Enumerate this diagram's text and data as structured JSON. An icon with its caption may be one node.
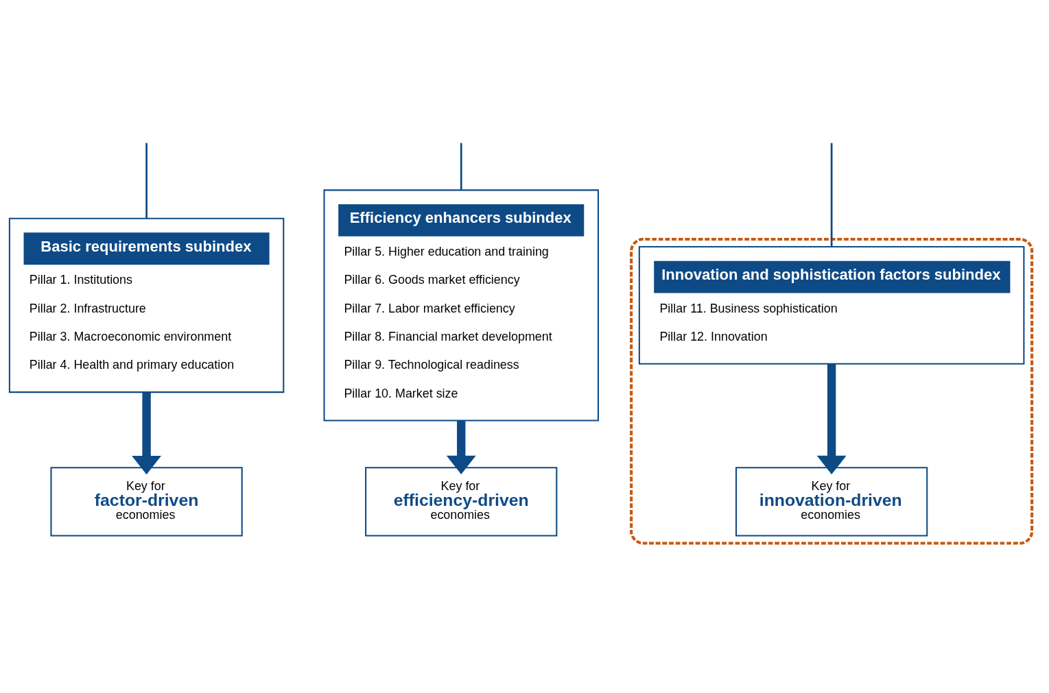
{
  "diagram": {
    "nodes": [
      {
        "text": [
          "Basic requirements subindex",
          "Pillar 1. Institutions",
          "Pillar 2. Infrastructure",
          "Pillar 3. Macroeconomic environment",
          "Pillar 4. Health and primary education"
        ]
      },
      {
        "text": [
          "Key for",
          "factor-driven",
          "economies"
        ]
      },
      {
        "text": [
          "Efficiency enhancers subindex",
          "Pillar 5. Higher education and training",
          "Pillar 6. Goods market efficiency",
          "Pillar 7. Labor market efficiency",
          "Pillar 8. Financial market development",
          "Pillar 9. Technological readiness",
          "Pillar 10. Market size"
        ]
      },
      {
        "text": [
          "Key for",
          "efficiency-driven",
          "economies"
        ]
      },
      {
        "text": [],
        "shape": "box"
      },
      {
        "text": [
          "Innovation and sophistication factors subindex",
          "Pillar 11. Business sophistication",
          "Pillar 12. Innovation"
        ],
        "in": 4
      },
      {
        "text": [
          "Key for",
          "innovation-driven",
          "economies"
        ],
        "in": 4
      }
    ],
    "edges": [
      {
        "from": null,
        "to": 0,
        "arrow": "none"
      },
      {
        "from": null,
        "to": 2,
        "arrow": "none"
      },
      {
        "from": null,
        "to": 5,
        "arrow": "none"
      },
      {
        "from": 0,
        "to": 1,
        "arrow": "to",
        "style": "thick"
      },
      {
        "from": 2,
        "to": 3,
        "arrow": "to",
        "style": "thick"
      },
      {
        "from": 5,
        "to": 6,
        "arrow": "to",
        "style": "thick"
      }
    ]
  }
}
